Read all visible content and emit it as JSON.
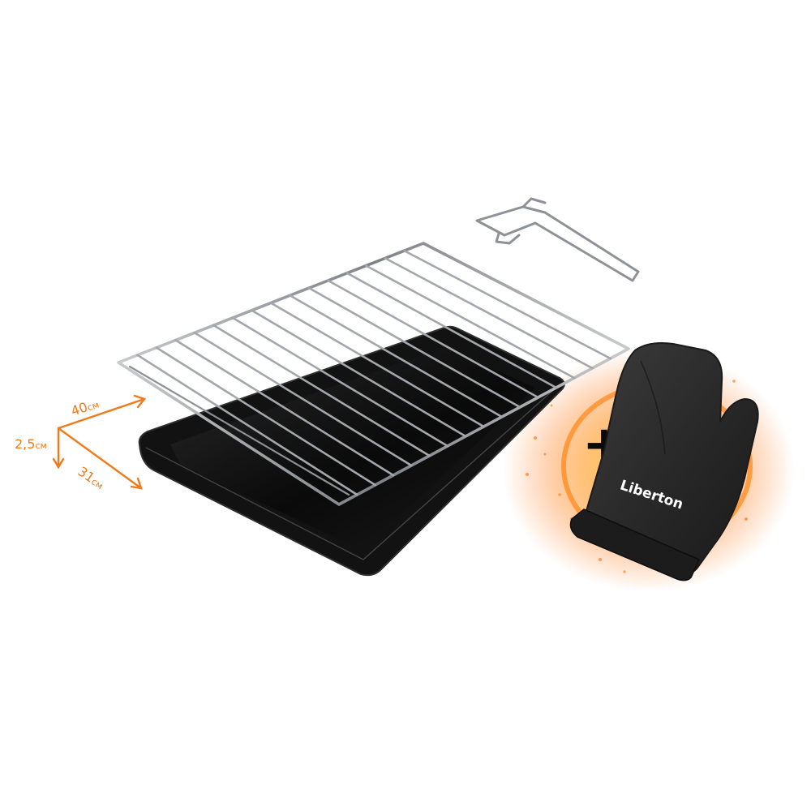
{
  "dimensions": {
    "width": {
      "value": "40",
      "unit": "см"
    },
    "height": {
      "value": "2,5",
      "unit": "см"
    },
    "depth": {
      "value": "31",
      "unit": "см"
    }
  },
  "plus_sign": "+",
  "mitt_brand": "Liberton",
  "colors": {
    "accent_orange": "#f07a1c",
    "tray_black": "#0b0b0b",
    "mitt_gray": "#2d2d2d",
    "chrome": "#9ea1a6"
  },
  "items": {
    "grill_rack_rods": 15
  }
}
